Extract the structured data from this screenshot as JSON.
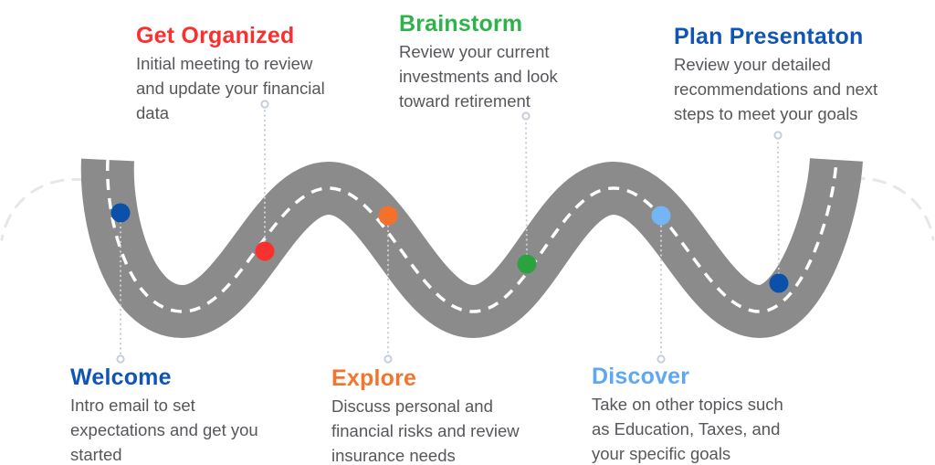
{
  "figure": {
    "kind": "journey-roadmap",
    "background_color": "#ffffff",
    "road": {
      "color": "#8b8b8b",
      "centerline_color": "#ffffff",
      "ghost_color": "#e7e7e7"
    },
    "connector_color": "#c5cfdc",
    "description_text_color": "#56575b"
  },
  "milestones": [
    {
      "id": "welcome",
      "title": "Welcome",
      "title_color": "#1155b4",
      "dot_color": "#0b51a9",
      "label_position": "below-road",
      "description": "Intro email to set\nexpectations and get you\nstarted"
    },
    {
      "id": "get-organized",
      "title": "Get Organized",
      "title_color": "#fb2f2f",
      "dot_color": "#f8312e",
      "label_position": "above-road",
      "description": "Initial meeting to review\nand update your financial\ndata"
    },
    {
      "id": "explore",
      "title": "Explore",
      "title_color": "#f4742e",
      "dot_color": "#f4702b",
      "label_position": "below-road",
      "description": "Discuss personal and\nfinancial risks and review\ninsurance needs"
    },
    {
      "id": "brainstorm",
      "title": "Brainstorm",
      "title_color": "#2db349",
      "dot_color": "#2ca23f",
      "label_position": "above-road",
      "description": "Review your current\ninvestments and look\ntoward retirement"
    },
    {
      "id": "discover",
      "title": "Discover",
      "title_color": "#5ea7f7",
      "dot_color": "#74b6f5",
      "label_position": "below-road",
      "description": "Take on other topics such\nas Education, Taxes, and\nyour specific goals"
    },
    {
      "id": "plan-presentation",
      "title": "Plan Presentaton",
      "title_color": "#1155b4",
      "dot_color": "#0b51a9",
      "label_position": "above-road",
      "description": "Review your detailed\nrecommendations and next\nsteps to meet your goals"
    }
  ]
}
